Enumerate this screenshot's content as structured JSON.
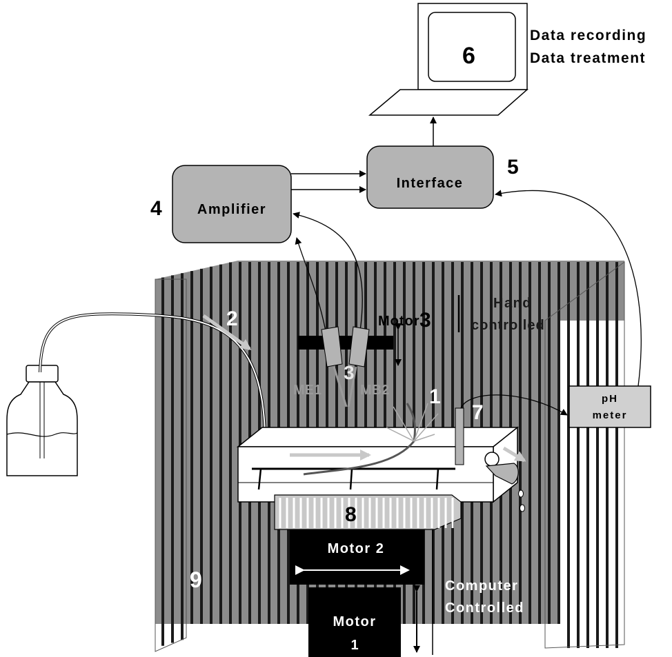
{
  "labels": {
    "n1": "1",
    "n2": "2",
    "n3a": "3",
    "n3b": "3",
    "n4": "4",
    "n5": "5",
    "n6": "6",
    "n7": "7",
    "n8": "8",
    "n9": "9",
    "data_recording": "Data recording",
    "data_treatment": "Data treatment",
    "interface": "Interface",
    "amplifier": "Amplifier",
    "motor3": "Motor",
    "hand": "Hand",
    "controlled": "controlled",
    "me1": "ME1",
    "mb2": "MB2",
    "ph": "pH",
    "meter": "meter",
    "motor2": "Motor 2",
    "motor1_a": "Motor",
    "motor1_b": "1",
    "computer": "Computer",
    "computer_controlled": "Controlled"
  },
  "colors": {
    "panel": "#8c8c8c",
    "stripe": "#1a1a1a",
    "box": "#b4b4b4",
    "black": "#000000",
    "light_arrow": "#bdbdbd"
  }
}
